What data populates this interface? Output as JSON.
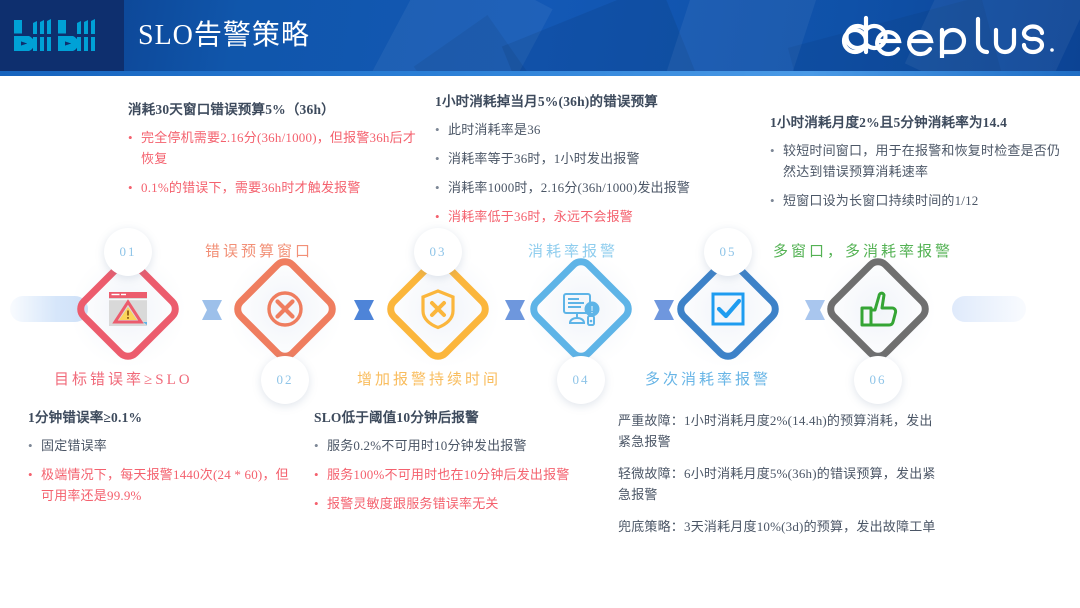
{
  "header": {
    "brand": "bilibili",
    "title": "SLO告警策略",
    "right_logo": "deeplus"
  },
  "text_blocks": [
    {
      "id": "block-1",
      "title": "消耗30天窗口错误预算5%（36h）",
      "items": [
        {
          "style": "red",
          "text": "完全停机需要2.16分(36h/1000)，但报警36h后才恢复"
        },
        {
          "style": "red",
          "text": "0.1%的错误下，需要36h时才触发报警"
        }
      ]
    },
    {
      "id": "block-2",
      "title": "1小时消耗掉当月5%(36h)的错误预算",
      "items": [
        {
          "style": "gray",
          "text": "此时消耗率是36"
        },
        {
          "style": "gray",
          "text": "消耗率等于36时，1小时发出报警"
        },
        {
          "style": "gray",
          "text": "消耗率1000时，2.16分(36h/1000)发出报警"
        },
        {
          "style": "red",
          "text": "消耗率低于36时，永远不会报警"
        }
      ]
    },
    {
      "id": "block-3",
      "title": "1小时消耗月度2%且5分钟消耗率为14.4",
      "items": [
        {
          "style": "gray",
          "text": "较短时间窗口，用于在报警和恢复时检查是否仍然达到错误预算消耗速率"
        },
        {
          "style": "gray",
          "text": "短窗口设为长窗口持续时间的1/12"
        }
      ]
    },
    {
      "id": "block-4",
      "title": "1分钟错误率≥0.1%",
      "items": [
        {
          "style": "gray",
          "text": "固定错误率"
        },
        {
          "style": "red",
          "text": "极端情况下，每天报警1440次(24 * 60)，但可用率还是99.9%"
        }
      ]
    },
    {
      "id": "block-5",
      "title": "SLO低于阈值10分钟后报警",
      "items": [
        {
          "style": "gray",
          "text": "服务0.2%不可用时10分钟发出报警"
        },
        {
          "style": "red",
          "text": "服务100%不可用时也在10分钟后发出报警"
        },
        {
          "style": "red",
          "text": "报警灵敏度跟服务错误率无关"
        }
      ]
    },
    {
      "id": "block-6",
      "paragraphs": [
        "严重故障：1小时消耗月度2%(14.4h)的预算消耗，发出紧急报警",
        "轻微故障：6小时消耗月度5%(36h)的错误预算，发出紧急报警",
        "兜底策略：3天消耗月度10%(3d)的预算，发出故障工单"
      ]
    }
  ],
  "timeline": {
    "steps": [
      {
        "num": "01",
        "label": "目标错误率≥SLO",
        "label_pos": "below",
        "icon": "browser-warning-icon",
        "color": "#ec5c6d",
        "label_color": "#f06a7a"
      },
      {
        "num": "02",
        "label": "错误预算窗口",
        "label_pos": "above",
        "icon": "circle-x-icon",
        "color": "#ef7d5f",
        "label_color": "#f29077"
      },
      {
        "num": "03",
        "label": "增加报警持续时间",
        "label_pos": "below",
        "icon": "shield-x-icon",
        "color": "#fbb63c",
        "label_color": "#f9bd5e"
      },
      {
        "num": "04",
        "label": "消耗率报警",
        "label_pos": "above",
        "icon": "monitor-alert-icon",
        "color": "#5eb4e7",
        "label_color": "#8fcdee"
      },
      {
        "num": "05",
        "label": "多次消耗率报警",
        "label_pos": "below",
        "icon": "checkbox-check-icon",
        "color": "#3d82c8",
        "label_color": "#68b5e6"
      },
      {
        "num": "06",
        "label": "多窗口，多消耗率报警",
        "label_pos": "above",
        "icon": "thumbs-up-icon",
        "color": "#6f6f6f",
        "label_color": "#54b254"
      }
    ]
  },
  "colors": {
    "header_blue": "#1056ab",
    "logo_navy": "#0e2f6e",
    "bili_cyan": "#00a1d6",
    "red_text": "#f4616e",
    "gray_text": "#4b5666"
  }
}
